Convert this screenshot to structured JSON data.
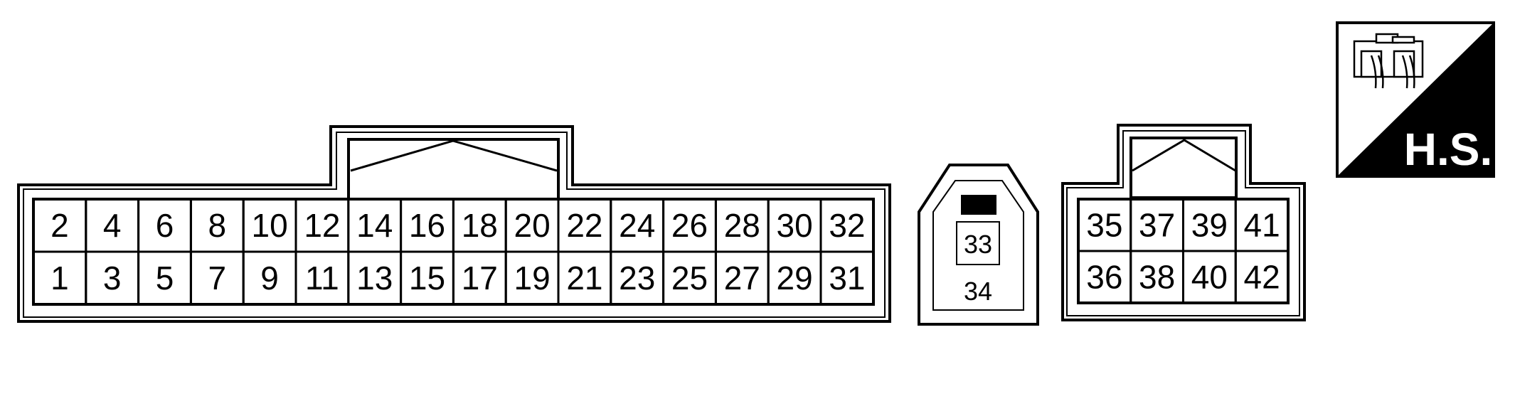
{
  "connector_a": {
    "top_row": [
      "2",
      "4",
      "6",
      "8",
      "10",
      "12",
      "14",
      "16",
      "18",
      "20",
      "22",
      "24",
      "26",
      "28",
      "30",
      "32"
    ],
    "bottom_row": [
      "1",
      "3",
      "5",
      "7",
      "9",
      "11",
      "13",
      "15",
      "17",
      "19",
      "21",
      "23",
      "25",
      "27",
      "29",
      "31"
    ]
  },
  "connector_b": {
    "inner_pin": "33",
    "outer_pin": "34"
  },
  "connector_c": {
    "top_row": [
      "35",
      "37",
      "39",
      "41"
    ],
    "bottom_row": [
      "36",
      "38",
      "40",
      "42"
    ]
  },
  "hs_badge": {
    "label": "H.S.",
    "icon": "connector-harness-side-icon"
  },
  "colors": {
    "stroke": "#000000",
    "fill": "#ffffff"
  }
}
